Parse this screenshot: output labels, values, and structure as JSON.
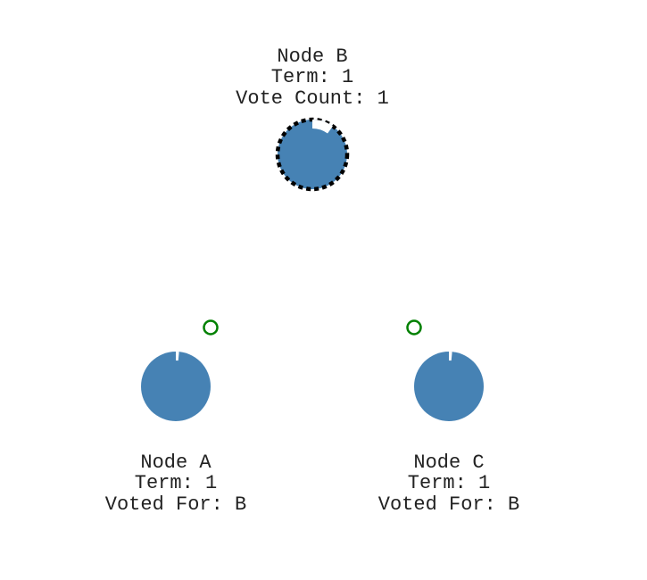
{
  "colors": {
    "node_fill": "#4682b4",
    "candidate_outline": "#000000",
    "message_stroke": "#008000",
    "timer_mark": "#ffffff",
    "text": "#222222"
  },
  "nodes": {
    "b": {
      "name": "Node B",
      "term": "Term: 1",
      "status": "Vote Count: 1",
      "role": "candidate",
      "timer_fraction": 0.1
    },
    "a": {
      "name": "Node A",
      "term": "Term: 1",
      "status": "Voted For: B",
      "role": "follower",
      "timer_fraction": 0.015
    },
    "c": {
      "name": "Node C",
      "term": "Term: 1",
      "status": "Voted For: B",
      "role": "follower",
      "timer_fraction": 0.015
    }
  },
  "messages": [
    {
      "from": "Node A",
      "to": "Node B"
    },
    {
      "from": "Node C",
      "to": "Node B"
    }
  ]
}
